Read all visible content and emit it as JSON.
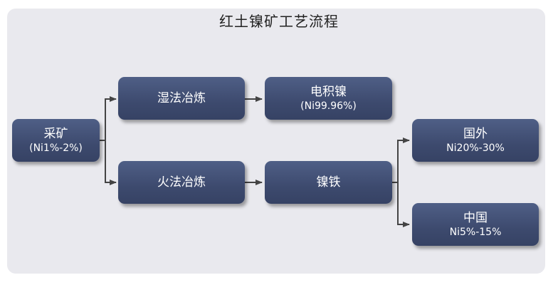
{
  "title": "红土镍矿工艺流程",
  "nodes": {
    "mining": {
      "label": "采矿",
      "sub": "(Ni1%-2%)"
    },
    "hydro": {
      "label": "湿法冶炼",
      "sub": ""
    },
    "electro": {
      "label": "电积镍",
      "sub": "(Ni99.96%)"
    },
    "pyro": {
      "label": "火法冶炼",
      "sub": ""
    },
    "ferronickel": {
      "label": "镍铁",
      "sub": ""
    },
    "abroad": {
      "label": "国外",
      "sub": "Ni20%-30%"
    },
    "china": {
      "label": "中国",
      "sub": "Ni5%-15%"
    }
  },
  "colors": {
    "box": "#3d4a6e",
    "line": "#444444",
    "panel": "#e9e9ee"
  }
}
